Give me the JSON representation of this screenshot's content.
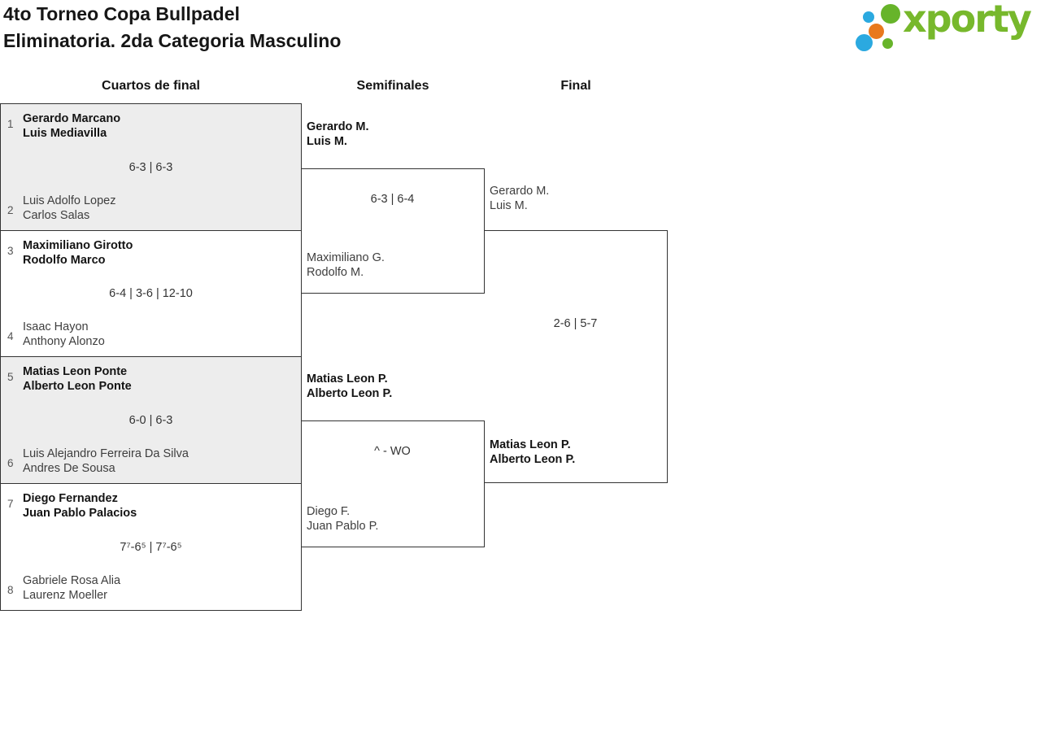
{
  "page": {
    "title_line1": "4to Torneo Copa Bullpadel",
    "title_line2": "Eliminatoria. 2da Categoria Masculino"
  },
  "logo": {
    "text": "xporty",
    "colors": {
      "green": "#77b82c",
      "blue": "#2ba9e0",
      "orange": "#e8791d"
    }
  },
  "columns": {
    "quarterfinals": "Cuartos de final",
    "semifinals": "Semifinales",
    "final": "Final"
  },
  "bracket": {
    "quarterfinals": [
      {
        "seed_top": "1",
        "top": {
          "line1": "Gerardo Marcano",
          "line2": "Luis Mediavilla",
          "cls": "team winner"
        },
        "score": "6-3 | 6-3",
        "seed_bottom": "2",
        "bottom": {
          "line1": "Luis Adolfo Lopez",
          "line2": "Carlos Salas",
          "cls": "team"
        }
      },
      {
        "seed_top": "3",
        "top": {
          "line1": "Maximiliano Girotto",
          "line2": "Rodolfo Marco",
          "cls": "team winner"
        },
        "score": "6-4 | 3-6 | 12-10",
        "seed_bottom": "4",
        "bottom": {
          "line1": "Isaac Hayon",
          "line2": "Anthony Alonzo",
          "cls": "team"
        }
      },
      {
        "seed_top": "5",
        "top": {
          "line1": "Matias Leon Ponte",
          "line2": "Alberto Leon Ponte",
          "cls": "team winner"
        },
        "score": "6-0 | 6-3",
        "seed_bottom": "6",
        "bottom": {
          "line1": "Luis Alejandro Ferreira Da Silva",
          "line2": "Andres De Sousa",
          "cls": "team"
        }
      },
      {
        "seed_top": "7",
        "top": {
          "line1": "Diego Fernandez",
          "line2": "Juan Pablo Palacios",
          "cls": "team winner"
        },
        "score": "7⁷-6⁵ | 7⁷-6⁵",
        "seed_bottom": "8",
        "bottom": {
          "line1": "Gabriele Rosa Alia",
          "line2": "Laurenz Moeller",
          "cls": "team"
        }
      }
    ],
    "semifinals": [
      {
        "top": {
          "line1": "Gerardo M.",
          "line2": "Luis M.",
          "cls": "team winner"
        },
        "score": "6-3 | 6-4",
        "bottom": {
          "line1": "Maximiliano G.",
          "line2": "Rodolfo M.",
          "cls": "team"
        }
      },
      {
        "top": {
          "line1": "Matias Leon P.",
          "line2": "Alberto Leon P.",
          "cls": "team winner"
        },
        "score": "^ - WO",
        "bottom": {
          "line1": "Diego F.",
          "line2": "Juan Pablo P.",
          "cls": "team"
        }
      }
    ],
    "final": {
      "top": {
        "line1": "Gerardo M.",
        "line2": "Luis M.",
        "cls": "team"
      },
      "score": "2-6 | 5-7",
      "bottom": {
        "line1": "Matias Leon P.",
        "line2": "Alberto Leon P.",
        "cls": "team winner"
      }
    }
  }
}
